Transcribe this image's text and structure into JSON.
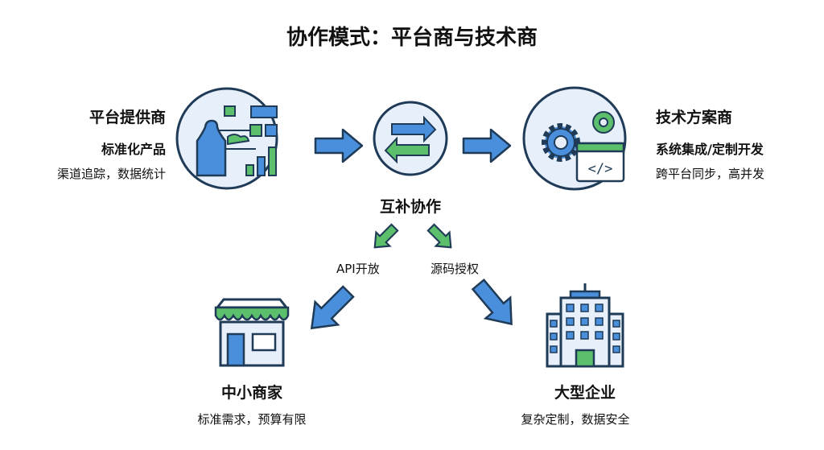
{
  "title": "协作模式：平台商与技术商",
  "platform": {
    "name": "平台提供商",
    "subtitle": "标准化产品",
    "desc": "渠道追踪，数据统计"
  },
  "tech": {
    "name": "技术方案商",
    "subtitle": "系统集成/定制开发",
    "desc": "跨平台同步，高并发"
  },
  "center": {
    "label": "互补协作",
    "left_branch": "API开放",
    "right_branch": "源码授权"
  },
  "smb": {
    "name": "中小商家",
    "desc": "标准需求，预算有限"
  },
  "enterprise": {
    "name": "大型企业",
    "desc": "复杂定制，数据安全"
  },
  "colors": {
    "blue": "#4a8fdc",
    "green": "#5cbf6b",
    "outline": "#1f3b57",
    "circle_fill": "#e7f0fa"
  }
}
